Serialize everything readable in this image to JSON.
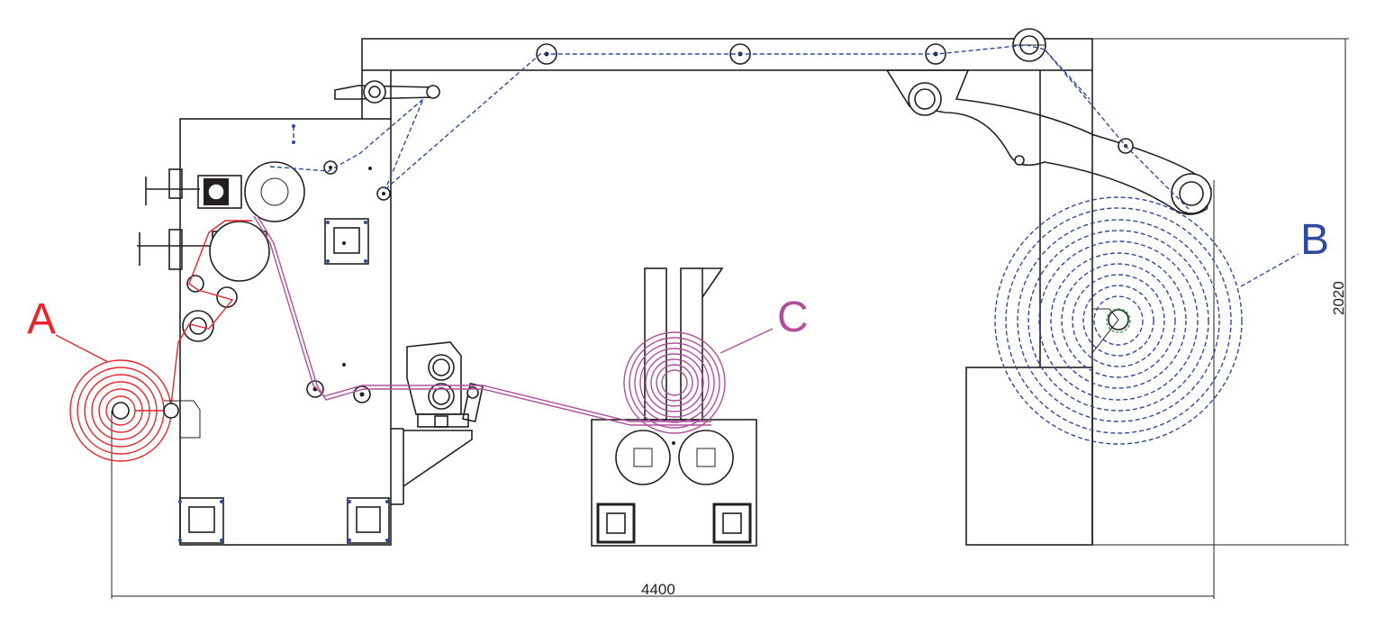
{
  "labels": {
    "a": "A",
    "b": "B",
    "c": "C"
  },
  "dimensions": {
    "width": "4400",
    "height": "2020"
  },
  "colors": {
    "line": "#231f20",
    "unwind_a": "#e8262b",
    "rewind_b": "#2e4a9e",
    "roll_c": "#b0509c"
  }
}
